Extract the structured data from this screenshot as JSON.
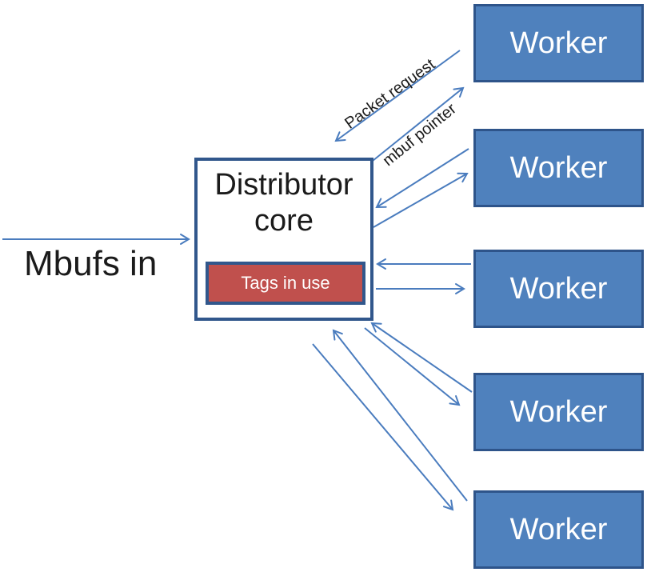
{
  "diagram": {
    "input_label": "Mbufs in",
    "distributor": {
      "label": "Distributor core",
      "tags_label": "Tags in use"
    },
    "workers": [
      {
        "label": "Worker"
      },
      {
        "label": "Worker"
      },
      {
        "label": "Worker"
      },
      {
        "label": "Worker"
      },
      {
        "label": "Worker"
      }
    ],
    "arrow_labels": {
      "packet_request": "Packet request",
      "mbuf_pointer": "mbuf pointer"
    },
    "colors": {
      "worker_fill": "#4F81BD",
      "box_border": "#31578C",
      "worker_border": "#2E548A",
      "tags_fill": "#C0504D",
      "arrow_blue": "#4A7CBE",
      "text_dark": "#1B1B1B",
      "text_light": "#FFFFFF",
      "background": "#FFFFFF"
    }
  }
}
